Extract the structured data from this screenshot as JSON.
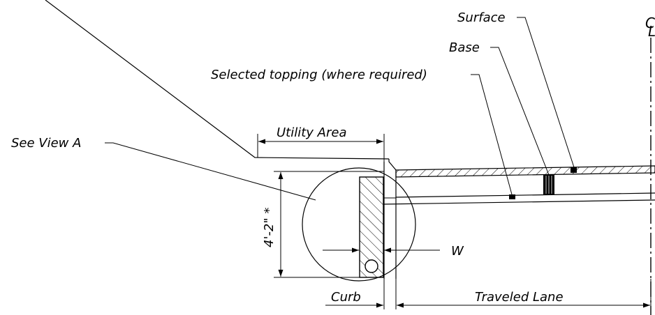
{
  "labels": {
    "surface": "Surface",
    "base": "Base",
    "selected_topping": "Selected topping (where required)",
    "utility_area": "Utility Area",
    "see_view_a": "See View A",
    "height_dim": "4'-2\" *",
    "width_dim": "W",
    "curb": "Curb",
    "traveled_lane": "Traveled Lane",
    "centerline_c": "C",
    "centerline_l": "L"
  }
}
